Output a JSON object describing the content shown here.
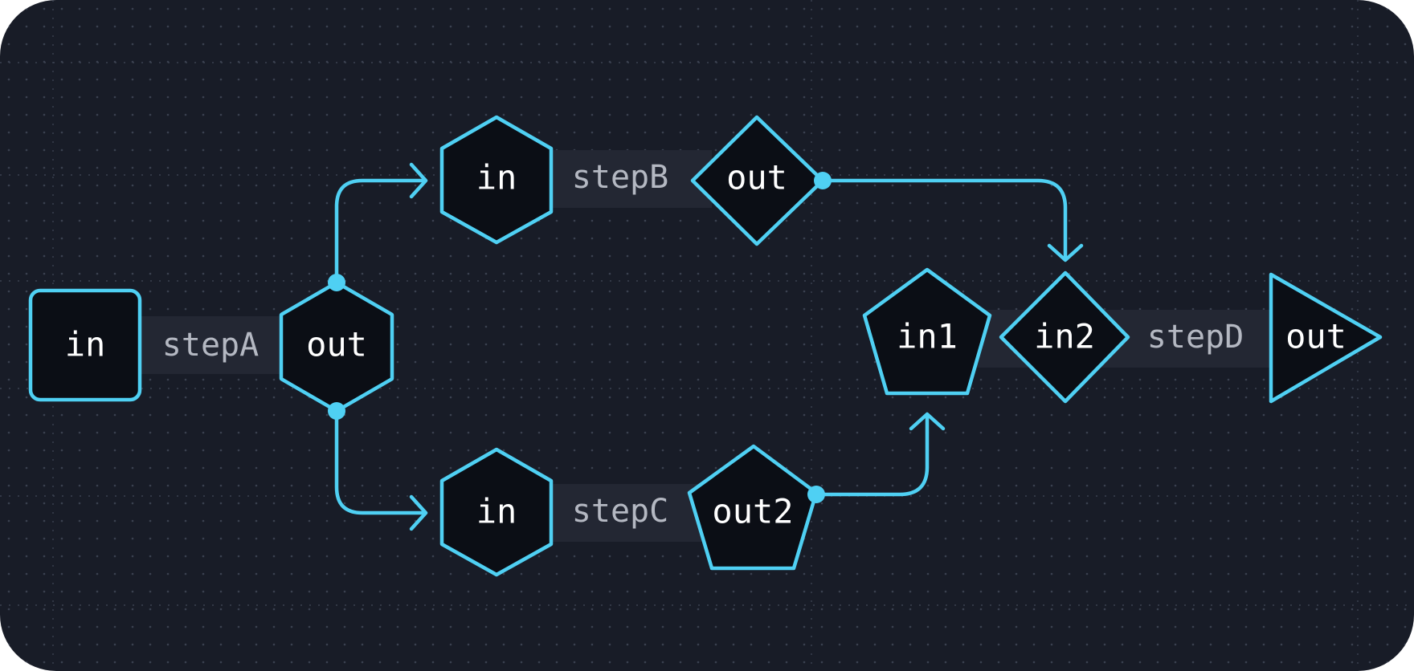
{
  "colors": {
    "background": "#181c27",
    "grid_dot": "#3a4150",
    "accent": "#4fd0f3",
    "node_fill": "#0b0e15",
    "label_band": "#232733",
    "node_text": "#ffffff",
    "step_text": "#b4b8c2"
  },
  "steps": [
    {
      "id": "stepA",
      "label": "stepA",
      "inputs": [
        {
          "label": "in",
          "shape": "square"
        }
      ],
      "outputs": [
        {
          "label": "out",
          "shape": "hexagon"
        }
      ]
    },
    {
      "id": "stepB",
      "label": "stepB",
      "inputs": [
        {
          "label": "in",
          "shape": "hexagon"
        }
      ],
      "outputs": [
        {
          "label": "out",
          "shape": "diamond"
        }
      ]
    },
    {
      "id": "stepC",
      "label": "stepC",
      "inputs": [
        {
          "label": "in",
          "shape": "hexagon"
        }
      ],
      "outputs": [
        {
          "label": "out2",
          "shape": "pentagon"
        }
      ]
    },
    {
      "id": "stepD",
      "label": "stepD",
      "inputs": [
        {
          "label": "in1",
          "shape": "pentagon"
        },
        {
          "label": "in2",
          "shape": "diamond"
        }
      ],
      "outputs": [
        {
          "label": "out",
          "shape": "triangle"
        }
      ]
    }
  ],
  "connections": [
    {
      "from": "stepA.out",
      "to": "stepB.in"
    },
    {
      "from": "stepA.out",
      "to": "stepC.in"
    },
    {
      "from": "stepB.out",
      "to": "stepD.in2"
    },
    {
      "from": "stepC.out2",
      "to": "stepD.in1"
    }
  ]
}
